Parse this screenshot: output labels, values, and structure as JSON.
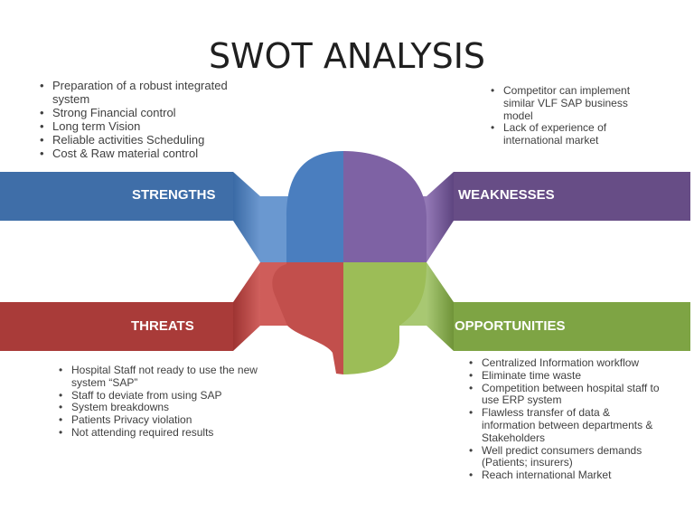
{
  "title": "SWOT ANALYSIS",
  "colors": {
    "strengths": "#3f6ea8",
    "weaknesses": "#674d86",
    "threats": "#b13d3b",
    "opportunities": "#7ea444",
    "text": "#404040"
  },
  "quadrants": {
    "strengths": {
      "label": "STRENGTHS",
      "items": [
        "Preparation of a robust integrated system",
        "Strong Financial control",
        "Long term Vision",
        "Reliable activities Scheduling",
        "Cost & Raw material control"
      ]
    },
    "weaknesses": {
      "label": "WEAKNESSES",
      "items": [
        "Competitor can implement similar VLF SAP business model",
        "Lack of experience of international market"
      ]
    },
    "threats": {
      "label": "THREATS",
      "items": [
        "Hospital Staff not ready to use the new system “SAP”",
        "Staff to deviate from using SAP",
        "System breakdowns",
        "Patients Privacy violation",
        "Not attending required results"
      ]
    },
    "opportunities": {
      "label": "OPPORTUNITIES",
      "items": [
        "Centralized Information workflow",
        "Eliminate time waste",
        "Competition between hospital staff to use ERP system",
        "Flawless transfer of data & information between departments & Stakeholders",
        "Well predict consumers demands (Patients; insurers)",
        "Reach international Market"
      ]
    }
  }
}
